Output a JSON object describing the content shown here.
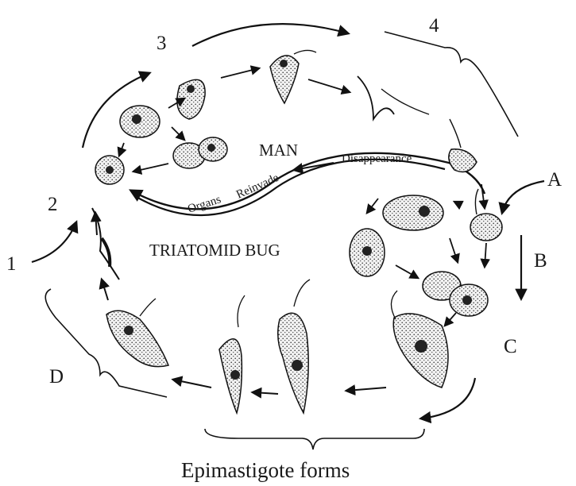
{
  "labels": {
    "n1": "1",
    "n2": "2",
    "n3": "3",
    "n4": "4",
    "a": "A",
    "b": "B",
    "c": "C",
    "d": "D",
    "man": "MAN",
    "bug": "TRIATOMID BUG",
    "disappearance": "Disappearance",
    "organs": "Organs",
    "reinvade": "Reinvade",
    "caption": "Epimastigote forms"
  }
}
